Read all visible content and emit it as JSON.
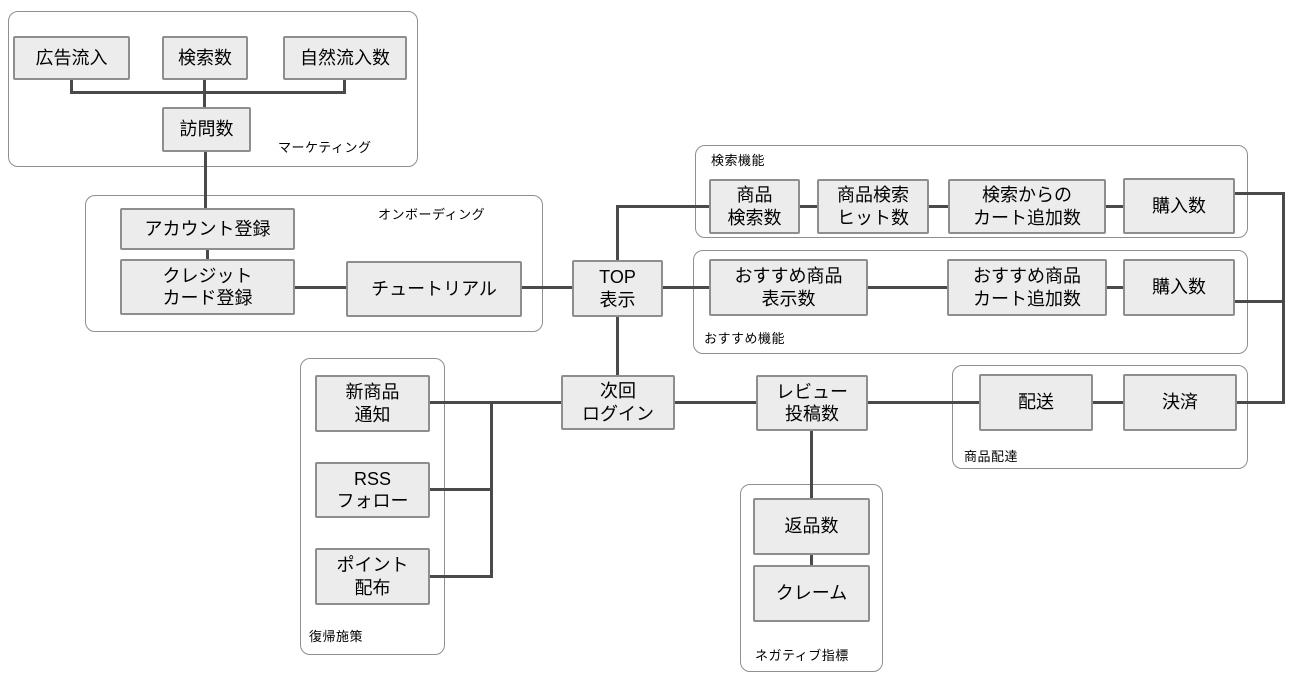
{
  "colors": {
    "background": "#ffffff",
    "node_fill": "#ececec",
    "node_border": "#8e8e8e",
    "group_border": "#8f8f8f",
    "connector": "#4a4a4a",
    "text": "#000000"
  },
  "groups": {
    "marketing": "マーケティング",
    "onboarding": "オンボーディング",
    "search_feature": "検索機能",
    "recommend_feature": "おすすめ機能",
    "product_delivery": "商品配達",
    "revival_measures": "復帰施策",
    "negative_indicators": "ネガティブ指標"
  },
  "nodes": {
    "ad_inflow": "広告流入",
    "search_count": "検索数",
    "organic_inflow": "自然流入数",
    "visits": "訪問数",
    "account_registration": "アカウント登録",
    "credit_card_registration": "クレジット\nカード登録",
    "tutorial": "チュートリアル",
    "top_view": "TOP\n表示",
    "product_search_count": "商品\n検索数",
    "product_search_hits": "商品検索\nヒット数",
    "cart_add_from_search": "検索からの\nカート追加数",
    "purchase_count_search": "購入数",
    "recommend_display_count": "おすすめ商品\n表示数",
    "recommend_cart_add": "おすすめ商品\nカート追加数",
    "purchase_count_recommend": "購入数",
    "next_login": "次回\nログイン",
    "review_posts": "レビュー\n投稿数",
    "shipping": "配送",
    "payment": "決済",
    "new_product_notice": "新商品\n通知",
    "rss_follow": "RSS\nフォロー",
    "point_distribution": "ポイント\n配布",
    "returns": "返品数",
    "claims": "クレーム"
  }
}
